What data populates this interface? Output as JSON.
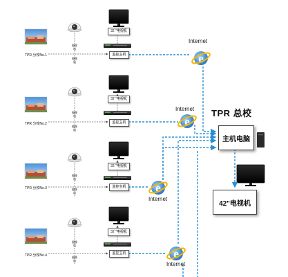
{
  "headquarters": {
    "title": "TPR 总校",
    "host_label": "主机电脑",
    "tv_label": "42\"电视机"
  },
  "internet_label": "Internet",
  "branches": [
    {
      "site": "TPR  分校No.1",
      "tv": "32 \"电视机",
      "host": "监控主机",
      "camera": "摄像机"
    },
    {
      "site": "TPR  分校No.2",
      "tv": "32 \"电视机",
      "host": "监控主机",
      "camera": "摄像机"
    },
    {
      "site": "TPR  分校No.3",
      "tv": "32 \"电视机",
      "host": "监控主机",
      "camera": "摄像机"
    },
    {
      "site": "TPR  分校No.4",
      "tv": "32 \"电视机",
      "host": "监控主机",
      "camera": "摄像机"
    }
  ],
  "colors": {
    "link": "#2a8fd6",
    "dashed_gray": "#666666",
    "ie_blue": "#1e88e5",
    "ie_ring": "#f5b400"
  }
}
